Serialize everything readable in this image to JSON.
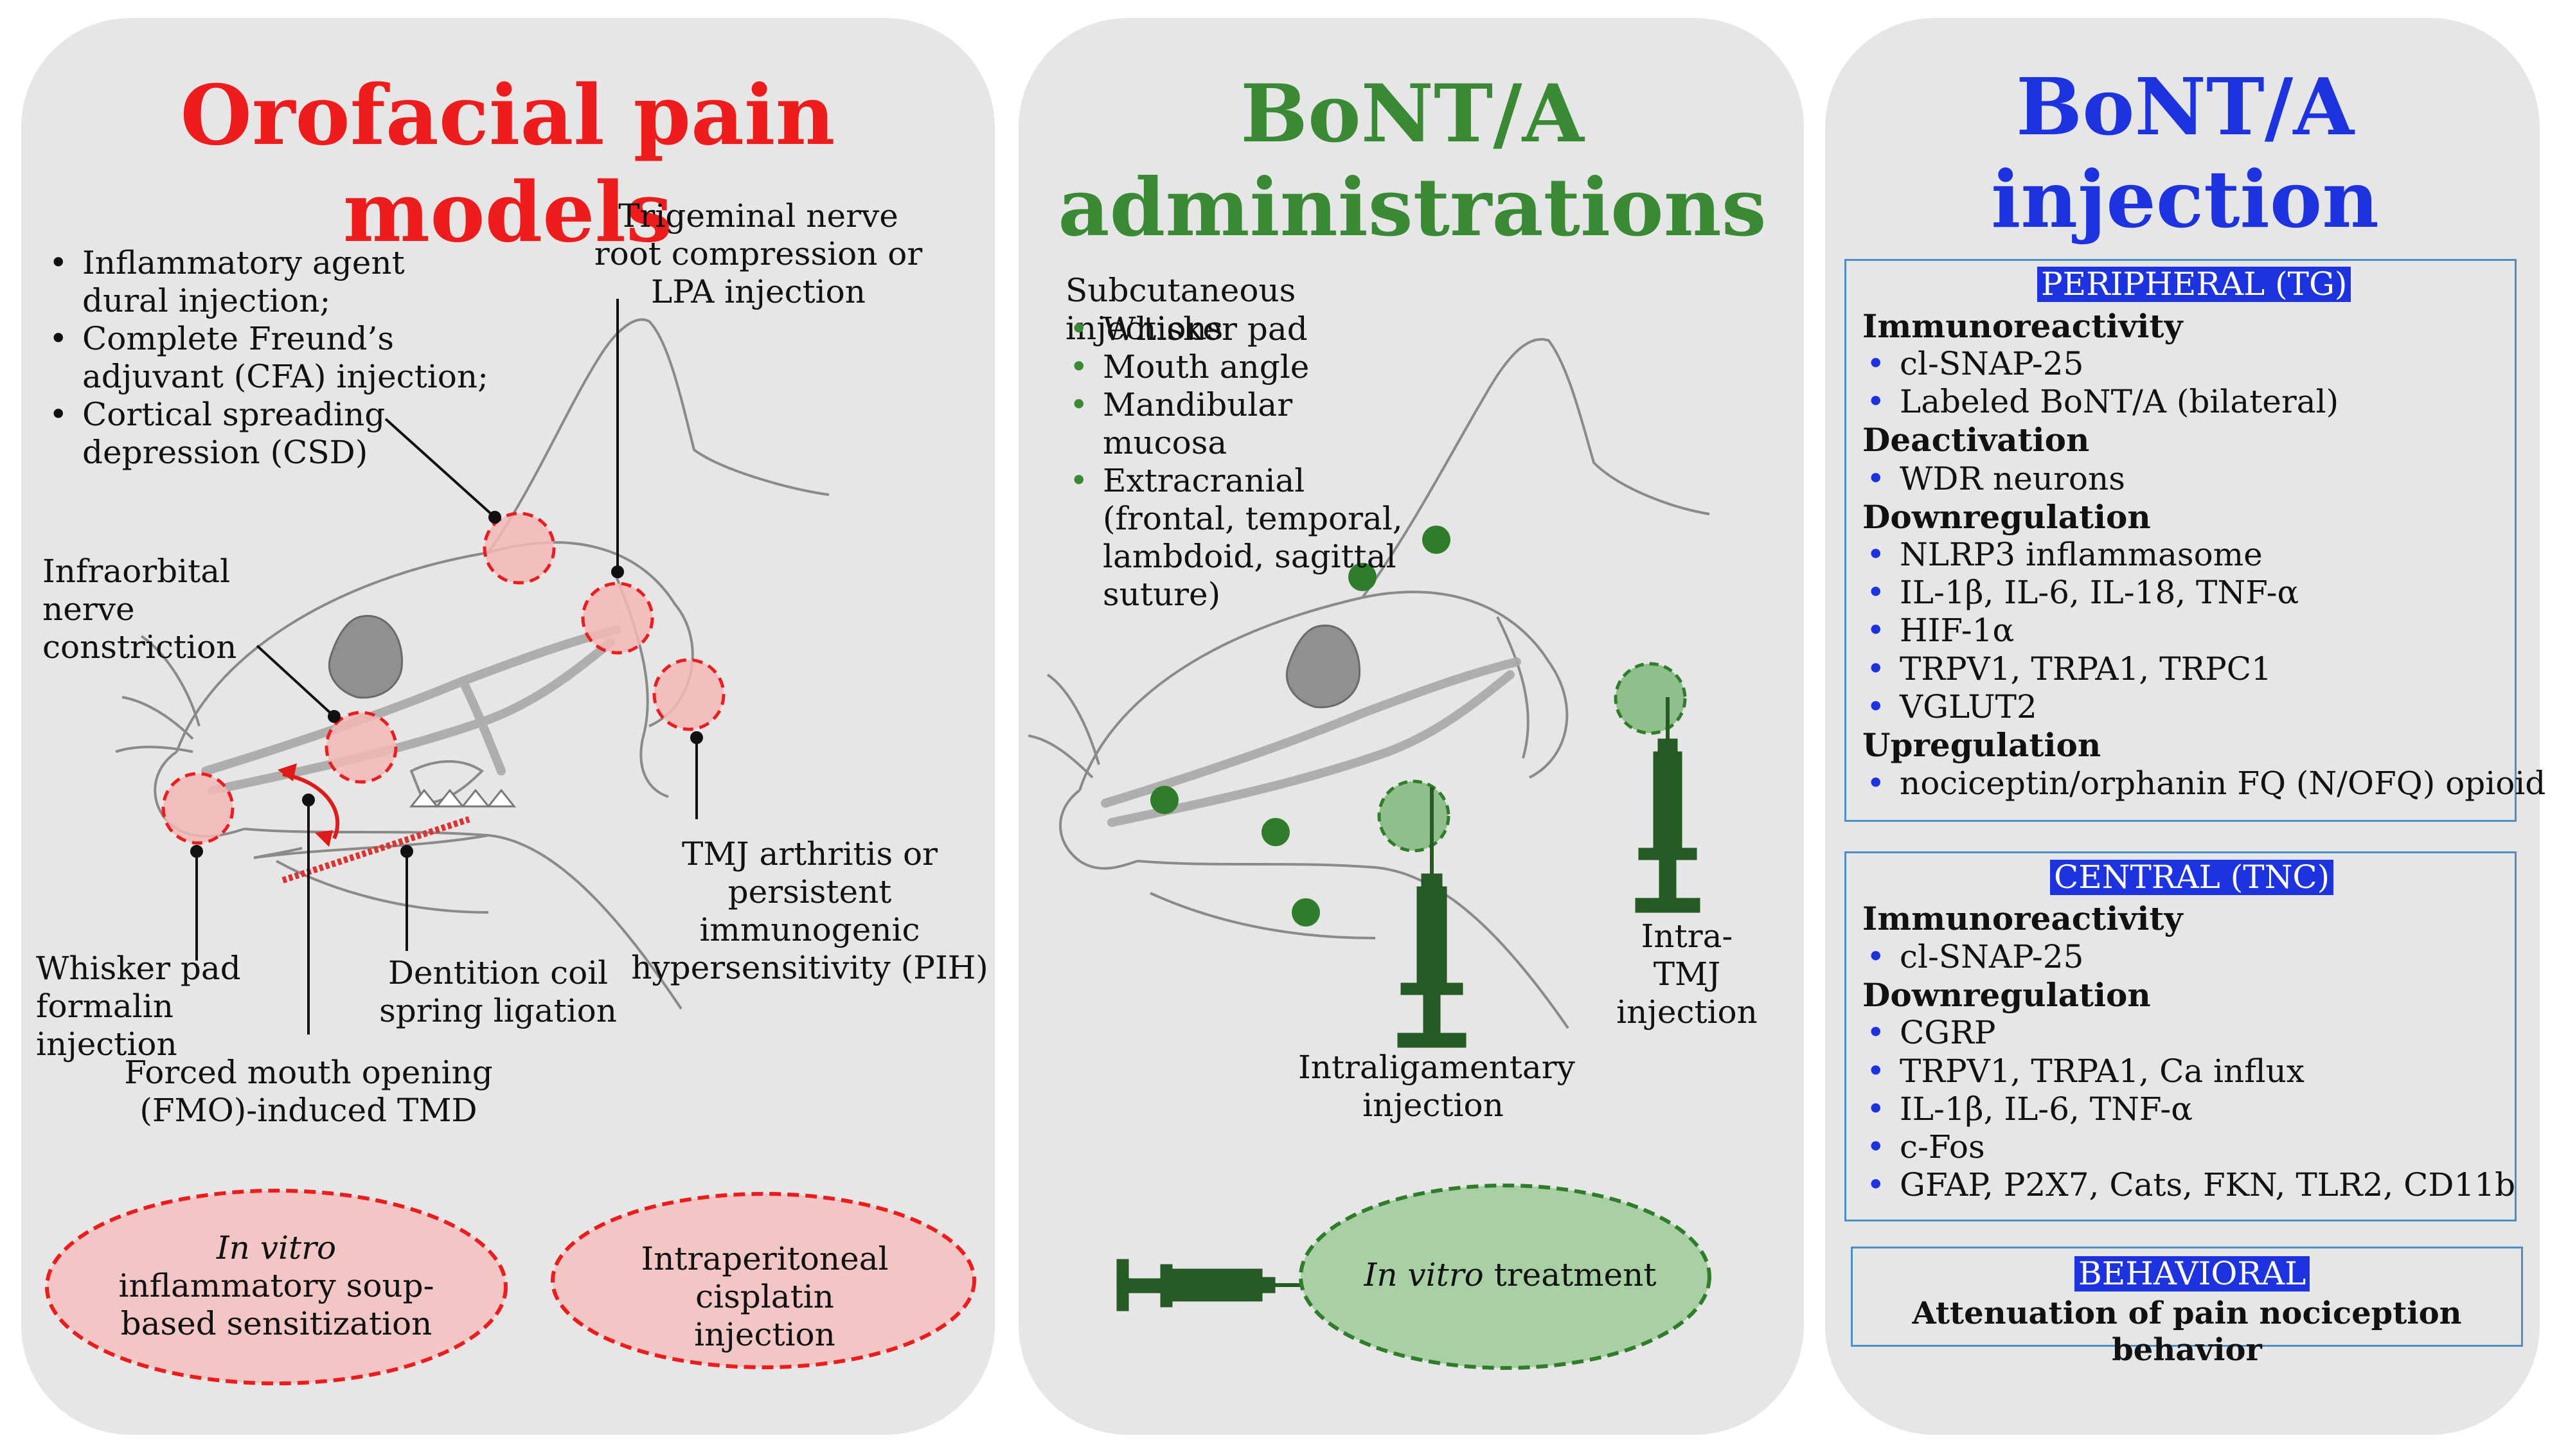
{
  "panel1": {
    "title": "Orofacial pain models",
    "dural_list": [
      "Inflammatory agent dural injection;",
      "Complete Freund’s adjuvant (CFA) injection;",
      "Cortical spreading depression (CSD)"
    ],
    "trigeminal": "Trigeminal nerve root compression or LPA injection",
    "infraorbital": "Infraorbital nerve constriction",
    "tmj": "TMJ arthritis or persistent immunogenic hypersensitivity (PIH)",
    "whisker": "Whisker pad formalin injection",
    "dentition": "Dentition coil spring ligation",
    "forced": "Forced mouth opening (FMO)-induced TMD",
    "invitro_italic": "In vitro",
    "invitro_rest": "inflammatory soup-based sensitization",
    "cisplatin": "Intraperitoneal cisplatin injection"
  },
  "panel2": {
    "title": "BoNT/A administrations",
    "subcut_heading": "Subcutaneous injections",
    "subcut_list": [
      "Whisker pad",
      "Mouth angle",
      "Mandibular mucosa",
      "Extracranial (frontal, temporal, lambdoid, sagittal suture)"
    ],
    "intra_tmj": "Intra-TMJ injection",
    "intraligamentary": "Intraligamentary injection",
    "invitro_italic": "In vitro",
    "invitro_rest": " treatment"
  },
  "panel3": {
    "title": "BoNT/A injection effects",
    "peripheral": {
      "badge": "PERIPHERAL (TG)",
      "groups": [
        {
          "heading": "Immunoreactivity",
          "items": [
            "cl-SNAP-25",
            "Labeled BoNT/A (bilateral)"
          ]
        },
        {
          "heading": "Deactivation",
          "items": [
            "WDR neurons"
          ]
        },
        {
          "heading": "Downregulation",
          "items": [
            "NLRP3 inflammasome",
            "IL-1β, IL-6, IL-18, TNF-α",
            "HIF-1α",
            "TRPV1, TRPA1, TRPC1",
            "VGLUT2"
          ]
        },
        {
          "heading": "Upregulation",
          "items": [
            "nociceptin/orphanin FQ (N/OFQ) opioid"
          ]
        }
      ]
    },
    "central": {
      "badge": "CENTRAL (TNC)",
      "groups": [
        {
          "heading": "Immunoreactivity",
          "items": [
            "cl-SNAP-25"
          ]
        },
        {
          "heading": "Downregulation",
          "items": [
            "CGRP",
            "TRPV1, TRPA1, Ca influx",
            "IL-1β, IL-6, TNF-α",
            "c-Fos",
            "GFAP, P2X7, Cats, FKN, TLR2, CD11b"
          ]
        }
      ]
    },
    "behavioral": {
      "badge": "BEHAVIORAL",
      "text": "Attenuation of pain nociception behavior"
    }
  },
  "colors": {
    "panel_bg": "#e6e6e6",
    "red_title": "#ee1c1c",
    "green_title": "#3a8a35",
    "blue_title": "#1d33e0",
    "red_circle_fill": "#f3b6b6",
    "green_dot": "#2f7d2a",
    "syringe_green": "#255a24"
  }
}
